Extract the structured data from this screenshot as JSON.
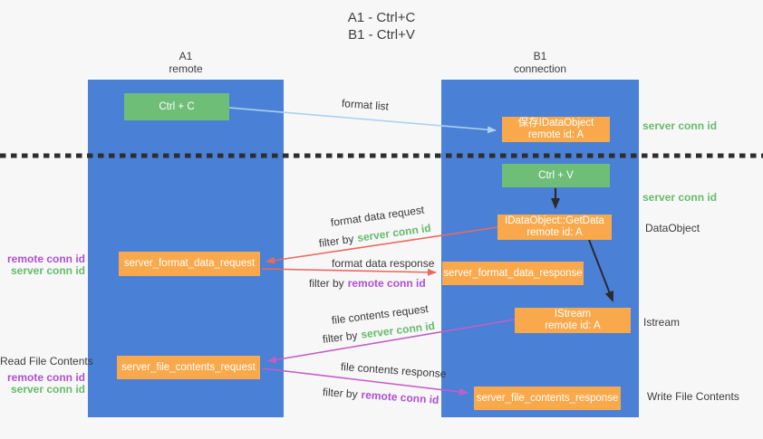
{
  "title": {
    "line1": "A1 - Ctrl+C",
    "line2": "B1 - Ctrl+V"
  },
  "lanes": {
    "left": {
      "title": "A1",
      "subtitle": "remote"
    },
    "right": {
      "title": "B1",
      "subtitle": "connection"
    }
  },
  "nodes": {
    "ctrl_c": {
      "label": "Ctrl + C"
    },
    "save_dataobject": {
      "line1": "保存IDataObject",
      "line2": "remote id: A"
    },
    "ctrl_v": {
      "label": "Ctrl + V"
    },
    "getdata": {
      "line1": "IDataObject::GetData",
      "line2": "remote id: A"
    },
    "format_request": {
      "label": "server_format_data_request"
    },
    "format_response": {
      "label": "server_format_data_response"
    },
    "istream": {
      "line1": "IStream",
      "line2": "remote id: A"
    },
    "file_request": {
      "label": "server_file_contents_request"
    },
    "file_response": {
      "label": "server_file_contents_response"
    }
  },
  "edge_labels": {
    "format_list": "format list",
    "format_data_request": "format data request",
    "format_data_response": "format data response",
    "file_contents_request": "file contents request",
    "file_contents_response": "file contents response",
    "filter_by": "filter by",
    "server_conn_id": "server conn id",
    "remote_conn_id": "remote conn id"
  },
  "side_labels": {
    "right_server_conn_id_top": "server conn id",
    "right_server_conn_id_mid": "server conn id",
    "right_dataobject": "DataObject",
    "right_istream": "Istream",
    "right_write_file_contents": "Write File Contents",
    "left_remote_conn_id_top": "remote conn id",
    "left_server_conn_id_top": "server conn id",
    "left_read_file_contents": "Read File Contents",
    "left_remote_conn_id_bottom": "remote conn id",
    "left_server_conn_id_bottom": "server conn id"
  },
  "colors": {
    "lane_blue": "#4a80d6",
    "node_orange": "#f9a94b",
    "node_green": "#6fbe77",
    "arrow_red": "#e96a5f",
    "arrow_magenta": "#c45ec6",
    "arrow_light_blue": "#a8d2ee",
    "arrow_black": "#2b2b2b",
    "text_green": "#66bb6a",
    "text_purple": "#b04fd0"
  }
}
